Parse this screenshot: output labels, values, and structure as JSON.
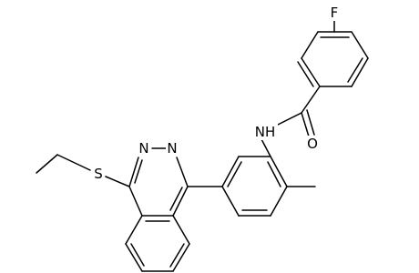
{
  "structure": {
    "atom_labels": {
      "fluorine": "F",
      "amide_nitrogen": "NH",
      "carbonyl_oxygen": "O",
      "ring_nitrogen_1": "N",
      "ring_nitrogen_2": "N",
      "sulfur": "S"
    },
    "colors": {
      "bond": "#000000",
      "label": "#000000",
      "background": "#ffffff"
    }
  }
}
